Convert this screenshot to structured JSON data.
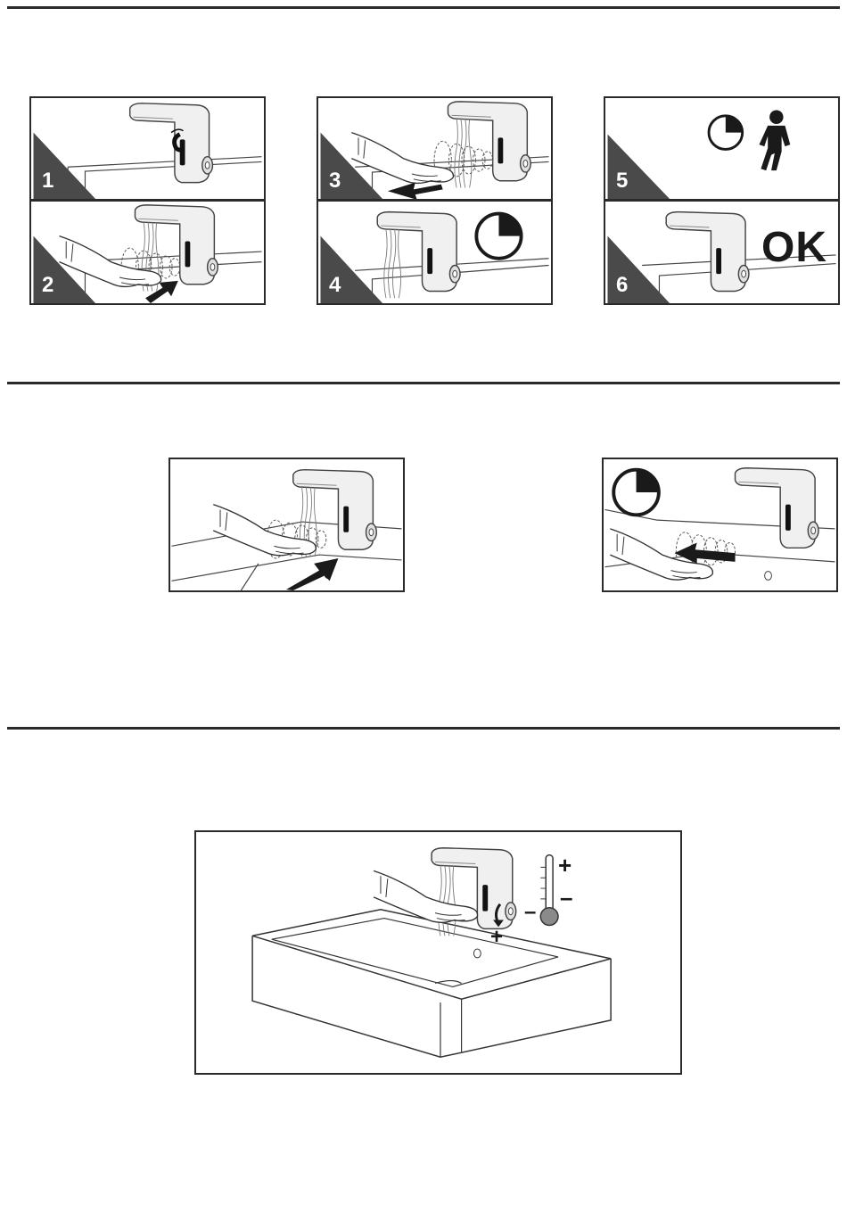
{
  "steps": [
    {
      "number": "1"
    },
    {
      "number": "2"
    },
    {
      "number": "3"
    },
    {
      "number": "4"
    },
    {
      "number": "5"
    },
    {
      "number": "6",
      "status": "OK"
    }
  ],
  "temperature": {
    "plus": "+",
    "minus": "–"
  },
  "colors": {
    "line": "#2a2a2a",
    "badge": "#4a4a4a",
    "faucet": "#e6e6e6",
    "sensor": "#111111"
  },
  "icons": [
    "faucet-icon",
    "hand-icon",
    "arrow-icon",
    "timer-icon",
    "person-leaving-icon",
    "thermometer-icon",
    "washbasin-icon"
  ]
}
